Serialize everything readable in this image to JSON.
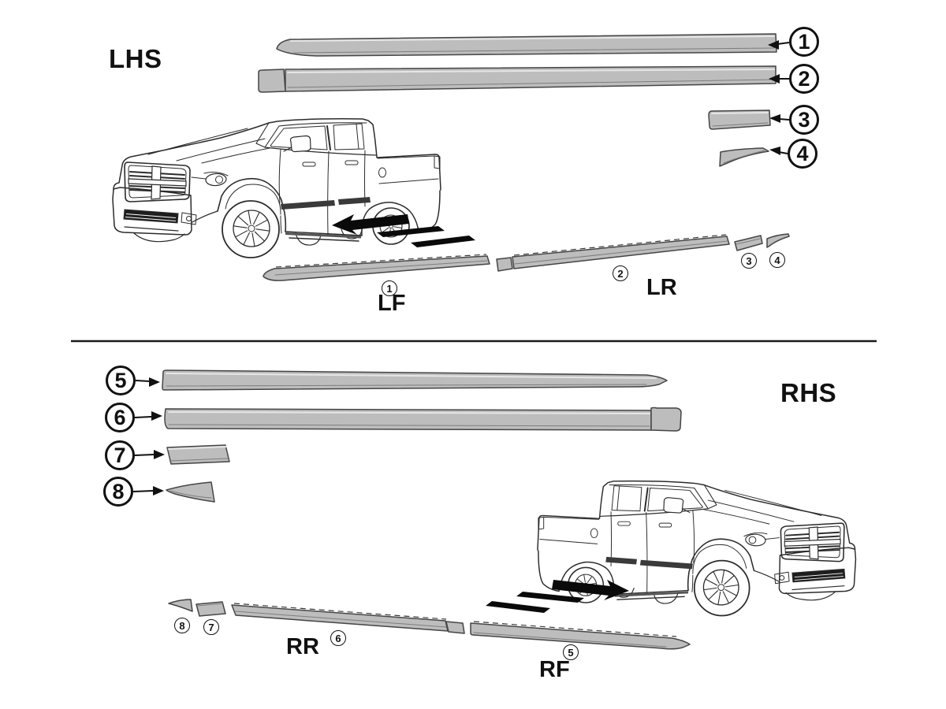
{
  "colors": {
    "background": "#ffffff",
    "molding_fill": "#bdbdbd",
    "molding_highlight": "#e6e6e6",
    "molding_edge": "#454545",
    "line_art": "#2b2b2b",
    "accent_black": "#0a0a0a"
  },
  "lhs": {
    "label": "LHS",
    "callouts": [
      "1",
      "2",
      "3",
      "4"
    ],
    "ground": {
      "front_label": "LF",
      "front_marker": "1",
      "rear_label": "LR",
      "rear_marker": "2",
      "marker_3": "3",
      "marker_4": "4"
    }
  },
  "rhs": {
    "label": "RHS",
    "callouts": [
      "5",
      "6",
      "7",
      "8"
    ],
    "ground": {
      "front_label": "RF",
      "front_marker": "5",
      "rear_label": "RR",
      "rear_marker": "6",
      "marker_7": "7",
      "marker_8": "8"
    }
  }
}
